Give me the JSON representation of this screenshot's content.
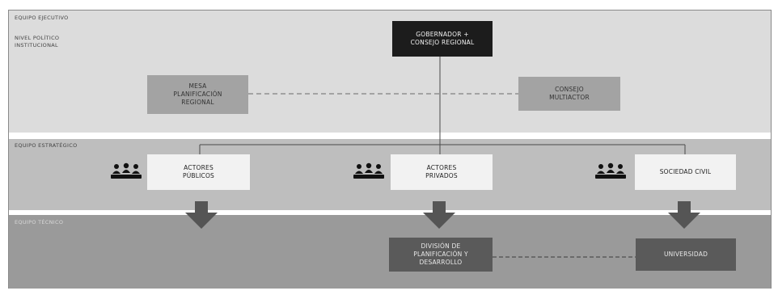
{
  "bands": {
    "executive": {
      "title": "EQUIPO EJECUTIVO",
      "subtitle_line1": "NIVEL POLÍTICO",
      "subtitle_line2": "INSTITUCIONAL"
    },
    "strategic": {
      "title": "EQUIPO ESTRATÉGICO"
    },
    "technical": {
      "title": "EQUIPO TÉCNICO"
    }
  },
  "nodes": {
    "governor": {
      "line1": "GOBERNADOR +",
      "line2": "CONSEJO REGIONAL"
    },
    "mesa": {
      "line1": "MESA",
      "line2": "PLANIFICACIÓN",
      "line3": "REGIONAL"
    },
    "consejo": {
      "line1": "CONSEJO",
      "line2": "MULTIACTOR"
    },
    "actores_publicos": {
      "line1": "ACTORES",
      "line2": "PÚBLICOS"
    },
    "actores_privados": {
      "line1": "ACTORES",
      "line2": "PRIVADOS"
    },
    "sociedad_civil": {
      "line1": "SOCIEDAD CIVIL"
    },
    "division": {
      "line1": "DIVISIÓN DE",
      "line2": "PLANIFICACIÓN Y",
      "line3": "DESARROLLO"
    },
    "universidad": {
      "line1": "UNIVERSIDAD"
    }
  },
  "icons": {
    "group": "people-group-icon",
    "arrow": "down-arrow-icon"
  },
  "colors": {
    "executive_band": "#dcdcdc",
    "strategic_band": "#bebebe",
    "technical_band": "#9a9a9a",
    "dark_box": "#1c1c1c",
    "arrow": "#555555"
  }
}
